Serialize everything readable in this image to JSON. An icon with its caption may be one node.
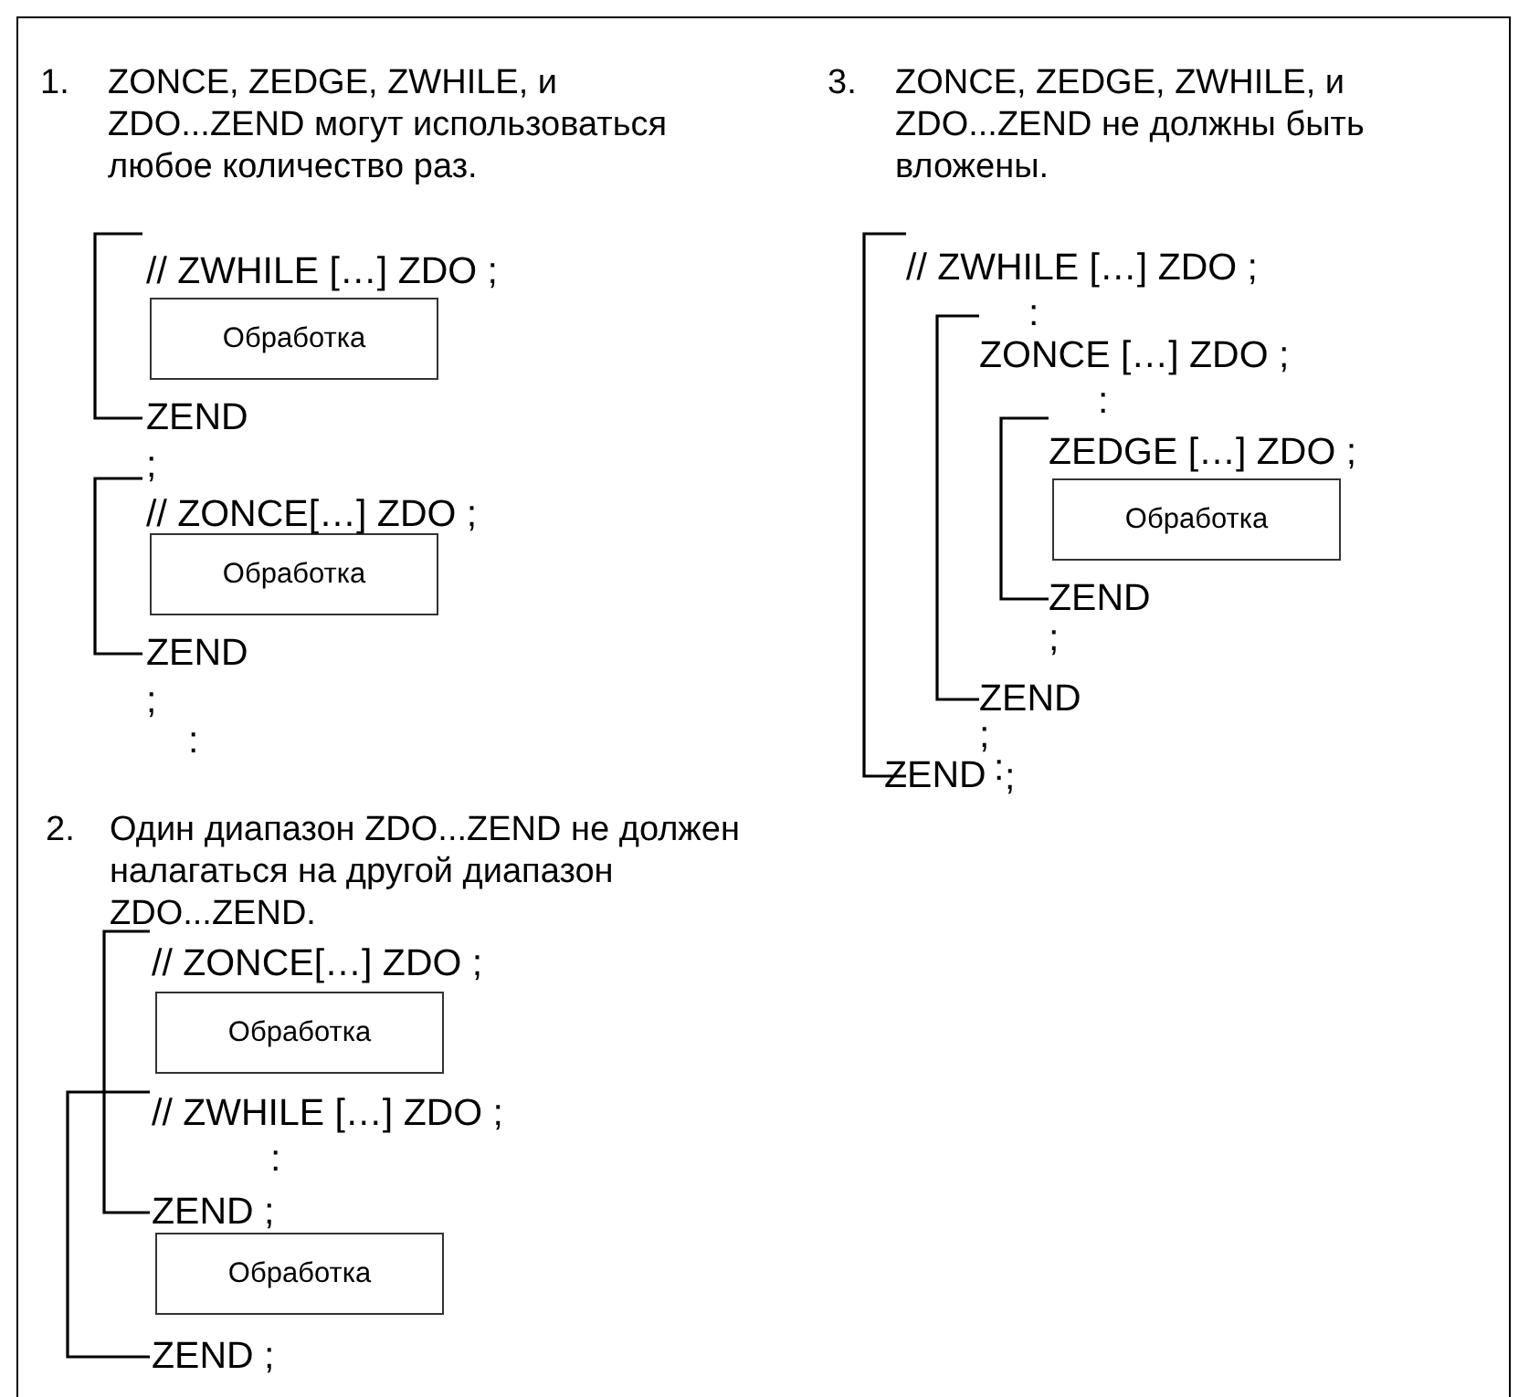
{
  "diagram": {
    "nodes": [
      {
        "text": [
          "Обработка"
        ]
      },
      {
        "text": [
          "Обработка"
        ]
      },
      {
        "text": [
          "Обработка"
        ]
      },
      {
        "text": [
          "Обработка"
        ]
      },
      {
        "text": [
          "Обработка"
        ]
      }
    ],
    "labels": [
      "1.",
      "ZONCE, ZEDGE, ZWHILE, и ZDO...ZEND могут использоваться любое количество раз.",
      "3.",
      "ZONCE, ZEDGE, ZWHILE, и ZDO...ZEND не должны быть вложены.",
      "// ZWHILE […] ZDO ;",
      "ZEND",
      ";",
      "// ZONCE[…] ZDO ;",
      "ZEND",
      ";",
      ":",
      "// ZWHILE […] ZDO ;",
      ":",
      "ZONCE […] ZDO ;",
      ":",
      "ZEDGE […] ZDO ;",
      "ZEND",
      ";",
      "ZEND",
      ";",
      "ZEND",
      ":",
      ";",
      "2.",
      "Один диапазон ZDO...ZEND не должен налагаться на другой диапазон ZDO...ZEND.",
      "// ZONCE[…] ZDO ;",
      "// ZWHILE […] ZDO ;",
      ":",
      "ZEND ;",
      "ZEND ;"
    ]
  }
}
